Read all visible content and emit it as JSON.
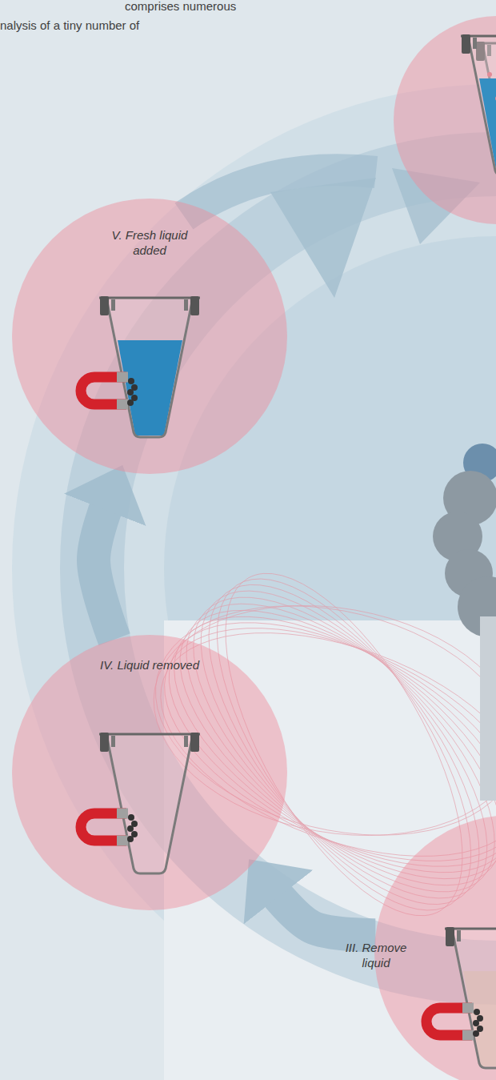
{
  "diagram": {
    "nodes": [
      {
        "text": [
          "V. Fresh liquid added"
        ]
      },
      {
        "text": [
          "IV. Liquid removed"
        ]
      },
      {
        "text": [
          "III. Remove liquid"
        ]
      }
    ],
    "edges": [
      {
        "from": 2,
        "to": 1,
        "arrow": "to"
      },
      {
        "from": 1,
        "to": 0,
        "arrow": "to"
      }
    ],
    "labels": [
      "comprises numerous",
      "nalysis of a tiny number of"
    ]
  }
}
